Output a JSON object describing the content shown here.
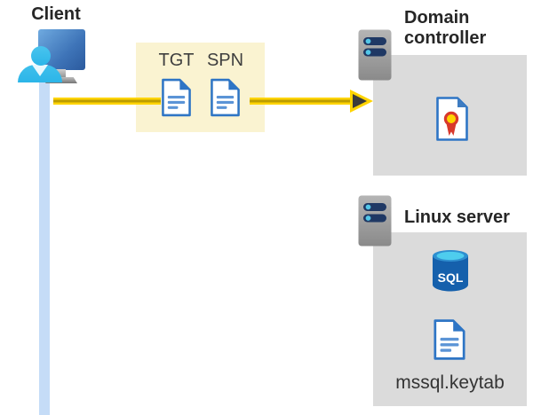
{
  "client": {
    "label": "Client"
  },
  "ticket_box": {
    "tickets": [
      {
        "label": "TGT"
      },
      {
        "label": "SPN"
      }
    ]
  },
  "domain_controller": {
    "label": "Domain controller"
  },
  "linux_server": {
    "label": "Linux server",
    "sql_icon_text": "SQL",
    "keytab_file": "mssql.keytab"
  },
  "colors": {
    "arrow_yellow": "#FFD400",
    "arrow_gold": "#BC9C00",
    "arrowhead_dark": "#3B3B3B",
    "ticket_box_bg": "#FAF3D1",
    "ticket_text": "#3F3F3F",
    "panel_gray": "#DBDBDB",
    "timeline_blue": "#C5DCF7",
    "doc_blue": "#2E75C5",
    "doc_line_blue": "#5B94D6",
    "cert_fold_blue": "#3E7CC1",
    "ribbon_red": "#D8382B",
    "ribbon_yellow": "#FFD400",
    "person_cyan": "#2CB5E8",
    "sql_body": "#1560AC",
    "sql_rim": "#2E8FD0",
    "sql_top": "#4ECDEE",
    "server_bar_navy": "#1F3864",
    "server_dot_cyan": "#53C7E8",
    "heading_text": "#262626",
    "keytab_text": "#343434"
  }
}
